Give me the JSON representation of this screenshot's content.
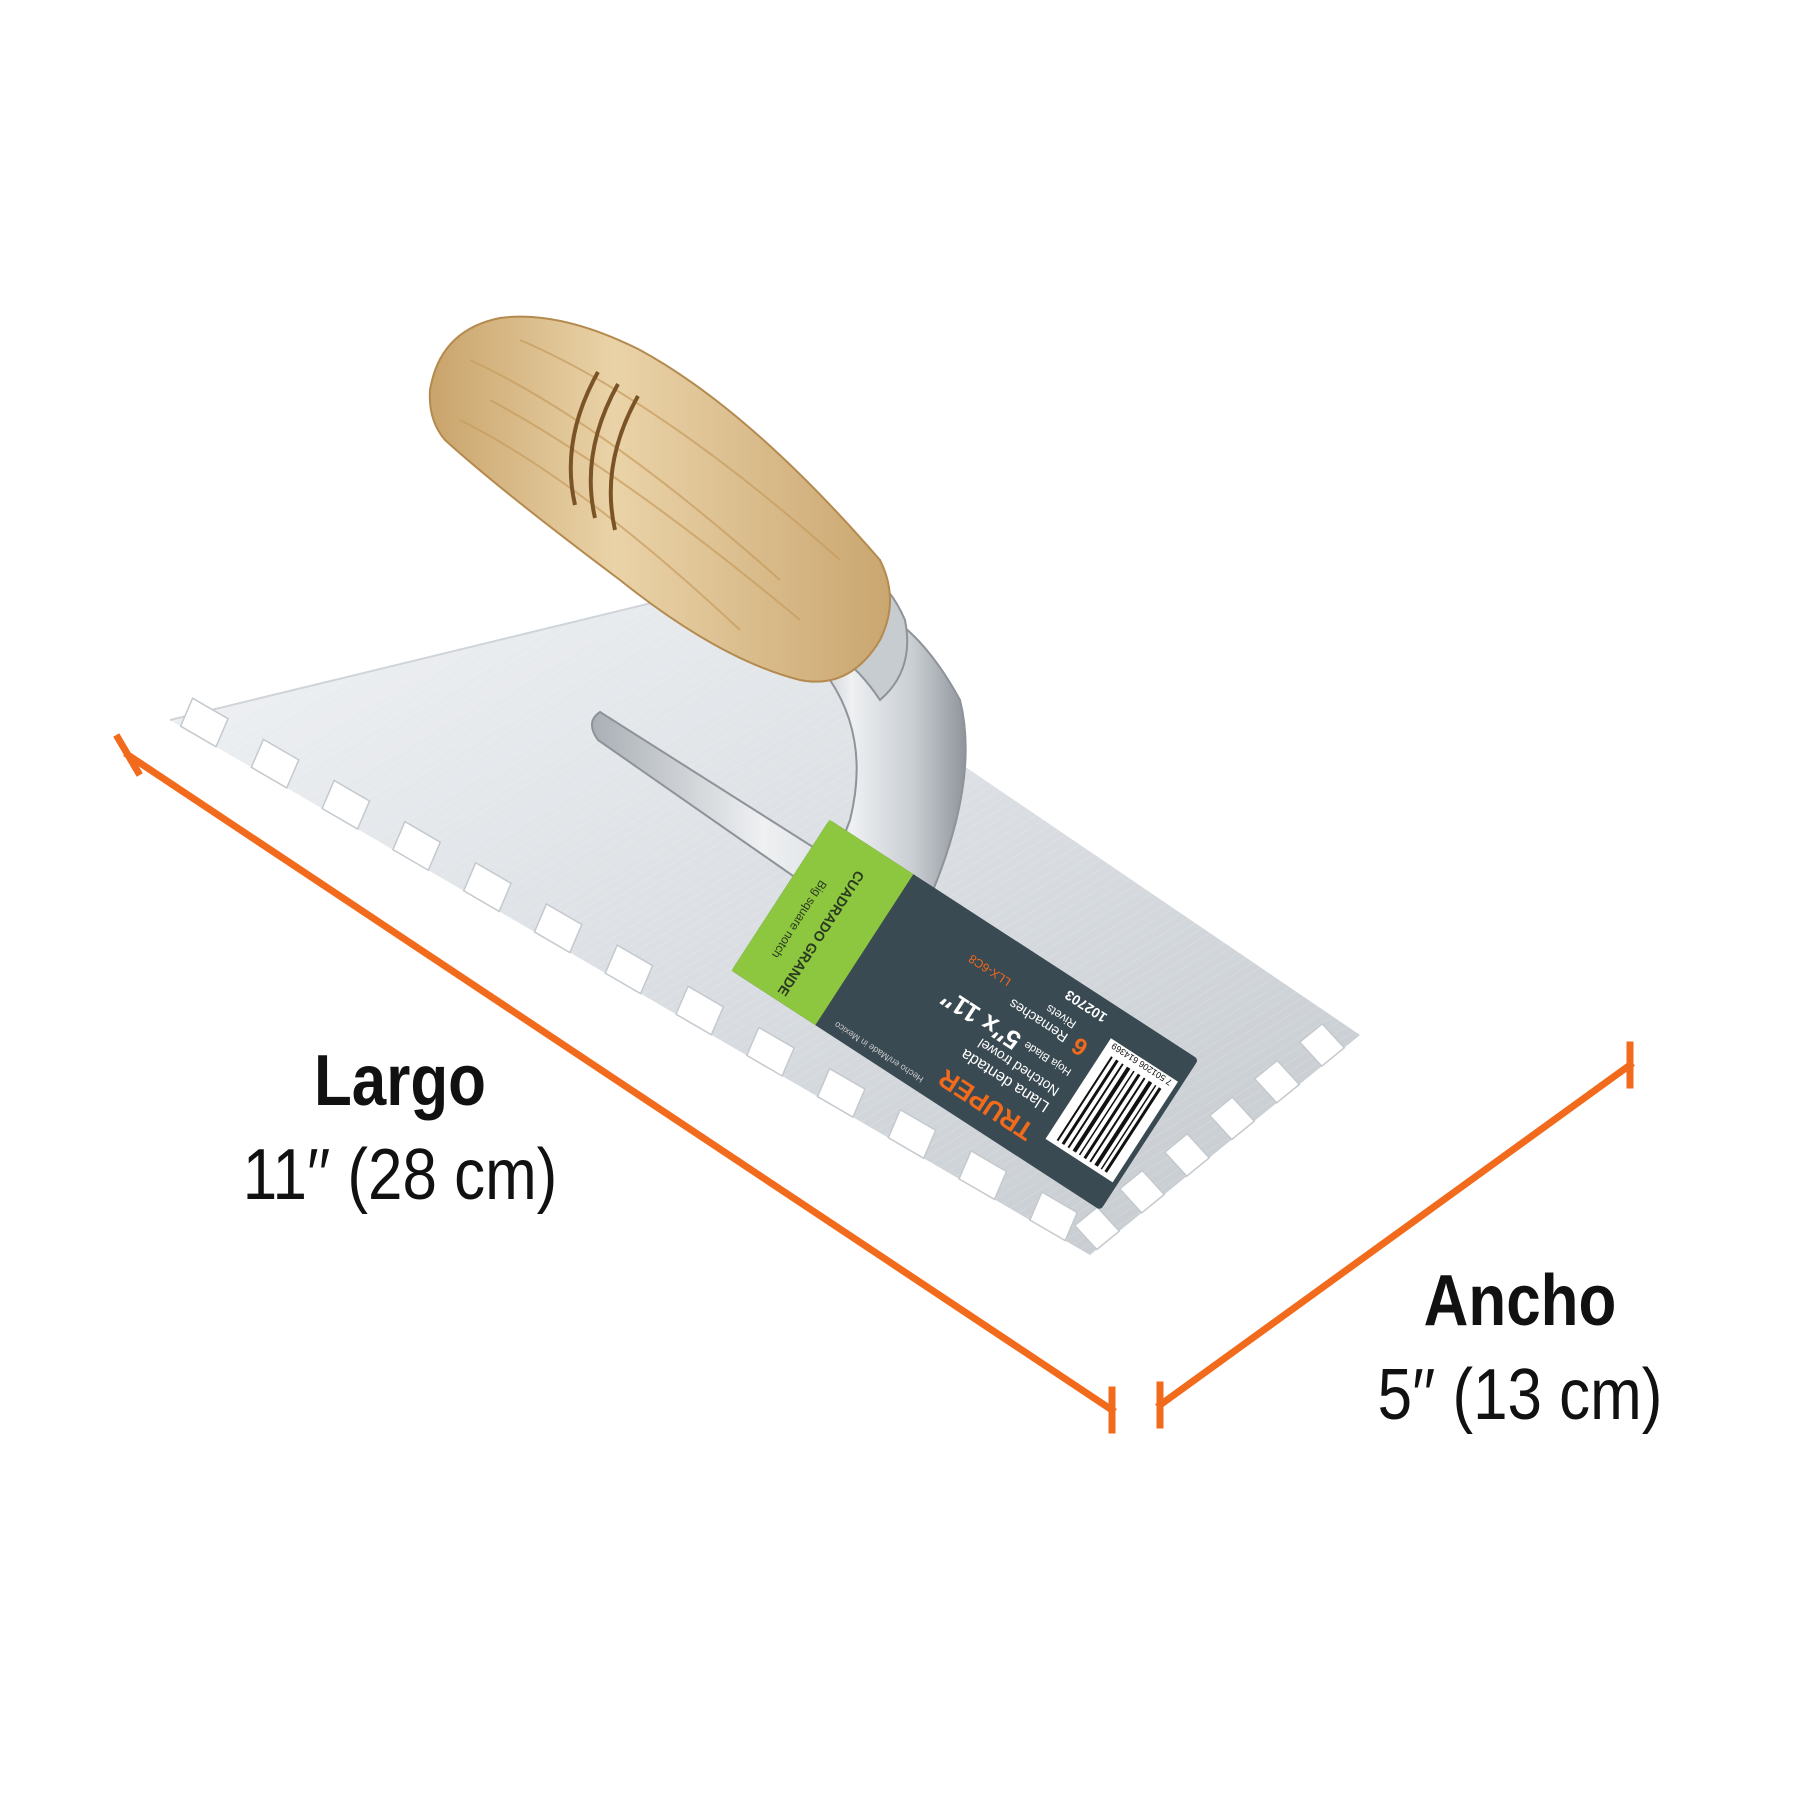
{
  "colors": {
    "accent_orange": "#f26a1b",
    "steel_light": "#e3e6ea",
    "steel_dark": "#b8bdc3",
    "wood": "#dcc294",
    "label_dark": "#3a4a52",
    "label_green": "#8dc63f"
  },
  "dimensions": {
    "length": {
      "name": "Largo",
      "value": "11′′ (28 cm)"
    },
    "width": {
      "name": "Ancho",
      "value": "5′′ (13 cm)"
    }
  },
  "product_label": {
    "brand": "TRUPER",
    "name_es": "Llana dentada",
    "name_en": "Notched trowel",
    "blade_label": "Hoja Blade",
    "size": "5″x 11″",
    "rivets_count": "6",
    "rivets_es": "Remaches",
    "rivets_en": "Rivets",
    "model": "LLX-6C8",
    "code": "102703",
    "notch_es": "CUADRADO GRANDE",
    "notch_en": "Big square notch",
    "origin": "Hecho en/Made in Mexico",
    "barcode": "7 501206 614369"
  }
}
